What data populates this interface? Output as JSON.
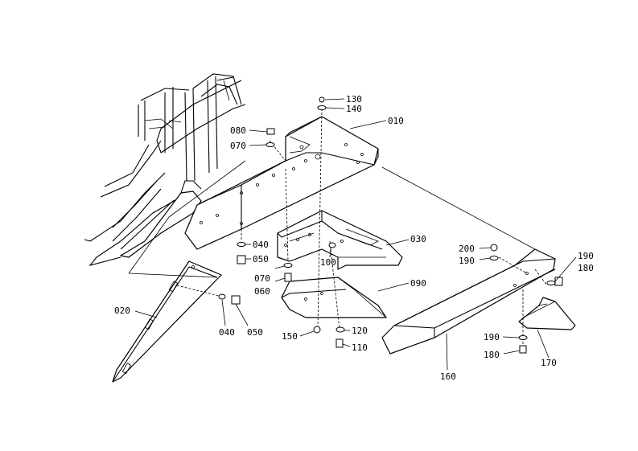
{
  "callouts": [
    {
      "id": "130",
      "text": "130"
    },
    {
      "id": "140",
      "text": "140"
    },
    {
      "id": "010",
      "text": "010"
    },
    {
      "id": "080",
      "text": "080"
    },
    {
      "id": "070a",
      "text": "070"
    },
    {
      "id": "040a",
      "text": "040"
    },
    {
      "id": "050a",
      "text": "050"
    },
    {
      "id": "070b",
      "text": "070"
    },
    {
      "id": "060",
      "text": "060"
    },
    {
      "id": "100",
      "text": "100"
    },
    {
      "id": "030",
      "text": "030"
    },
    {
      "id": "090",
      "text": "090"
    },
    {
      "id": "200",
      "text": "200"
    },
    {
      "id": "190a",
      "text": "190"
    },
    {
      "id": "190b",
      "text": "190"
    },
    {
      "id": "180a",
      "text": "180"
    },
    {
      "id": "020",
      "text": "020"
    },
    {
      "id": "040b",
      "text": "040"
    },
    {
      "id": "050b",
      "text": "050"
    },
    {
      "id": "150",
      "text": "150"
    },
    {
      "id": "120",
      "text": "120"
    },
    {
      "id": "110",
      "text": "110"
    },
    {
      "id": "160",
      "text": "160"
    },
    {
      "id": "190c",
      "text": "190"
    },
    {
      "id": "180b",
      "text": "180"
    },
    {
      "id": "170",
      "text": "170"
    }
  ]
}
